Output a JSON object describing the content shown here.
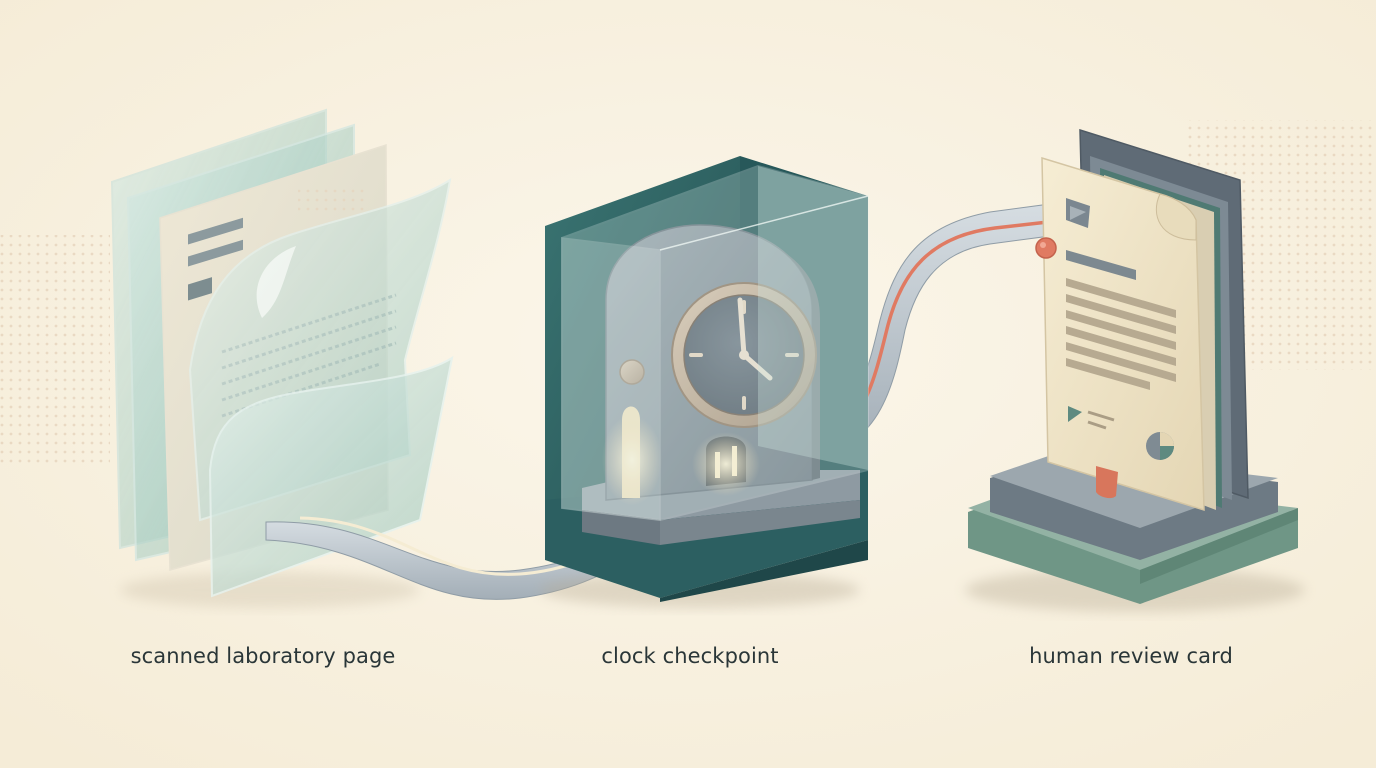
{
  "stages": [
    {
      "label": "scanned laboratory page"
    },
    {
      "label": "clock checkpoint"
    },
    {
      "label": "human review card"
    }
  ],
  "colors": {
    "background": "#f8f1e0",
    "glass": "#a9cdc3",
    "teal_dark": "#2e6466",
    "stone": "#7c8a94",
    "ribbon": "#b9c3cb",
    "accent_coral": "#e07a62",
    "card": "#efe4c6",
    "base_sage": "#8fae9f"
  },
  "icons": [
    "document-stack-icon",
    "clock-icon",
    "review-card-icon",
    "conveyor-ribbon",
    "coral-pin-icon"
  ]
}
